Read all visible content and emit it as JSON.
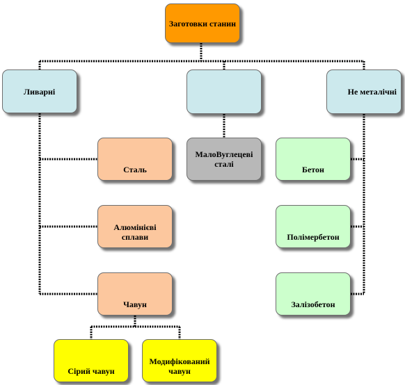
{
  "colors": {
    "root": "#ff9900",
    "category": "#cce9ed",
    "orange_light": "#fcc79e",
    "gray": "#b8b8b8",
    "green": "#ccffcc",
    "yellow": "#ffff00",
    "connector": "#000000"
  },
  "nodes": {
    "root": {
      "label": "Заготовки станин"
    },
    "cast": {
      "label": "Ливарні"
    },
    "middle": {
      "label": ""
    },
    "nonmetal": {
      "label": "Не металічні"
    },
    "steel": {
      "label": "Сталь"
    },
    "aluminum": {
      "label": "Алюмінієві сплави"
    },
    "castiron": {
      "label": "Чавун"
    },
    "lowcarbon": {
      "label": "МалоВуглецеві сталі"
    },
    "concrete": {
      "label": "Бетон"
    },
    "polymerconcrete": {
      "label": "Полімербетон"
    },
    "ironconcrete": {
      "label": "Залізобетон"
    },
    "gray_iron": {
      "label": "Сірий чавун"
    },
    "modified_iron": {
      "label": "Модифікований чавун"
    }
  }
}
